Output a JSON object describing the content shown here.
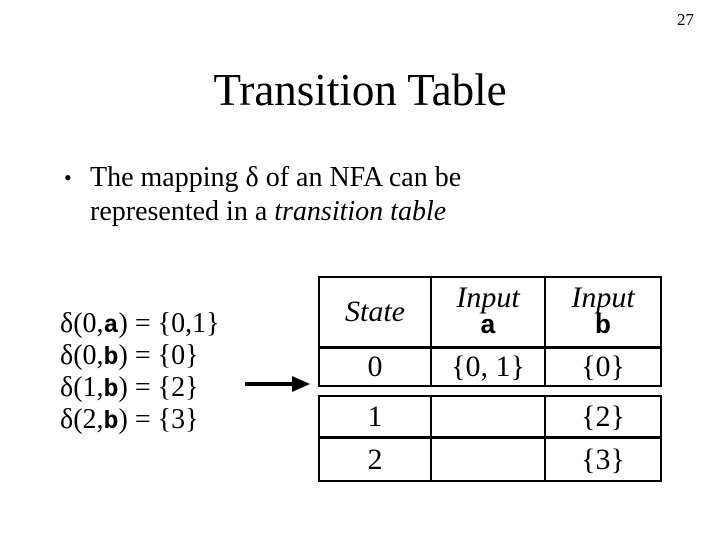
{
  "page_number": "27",
  "title": "Transition Table",
  "bullet": {
    "marker": "•",
    "line1": "The mapping δ of an NFA can be",
    "line2_normal": "represented in a ",
    "line2_italic": "transition table"
  },
  "equations": [
    {
      "pre": "δ(0,",
      "sym": "a",
      "post": ") = {0,1}"
    },
    {
      "pre": "δ(0,",
      "sym": "b",
      "post": ") = {0}"
    },
    {
      "pre": "δ(1,",
      "sym": "b",
      "post": ") = {2}"
    },
    {
      "pre": "δ(2,",
      "sym": "b",
      "post": ") = {3}"
    }
  ],
  "icons": {
    "arrow": "right-arrow"
  },
  "colors": {
    "text": "#000000",
    "background": "#ffffff",
    "table_border": "#000000"
  },
  "table": {
    "headers": {
      "state": "State",
      "input_a": {
        "line1": "Input",
        "line2": "a"
      },
      "input_b": {
        "line1": "Input",
        "line2": "b"
      }
    },
    "rows": [
      {
        "state": "0",
        "a": "{0, 1}",
        "b": "{0}"
      },
      {
        "state": "1",
        "a": "",
        "b": "{2}"
      },
      {
        "state": "2",
        "a": "",
        "b": "{3}"
      }
    ]
  }
}
